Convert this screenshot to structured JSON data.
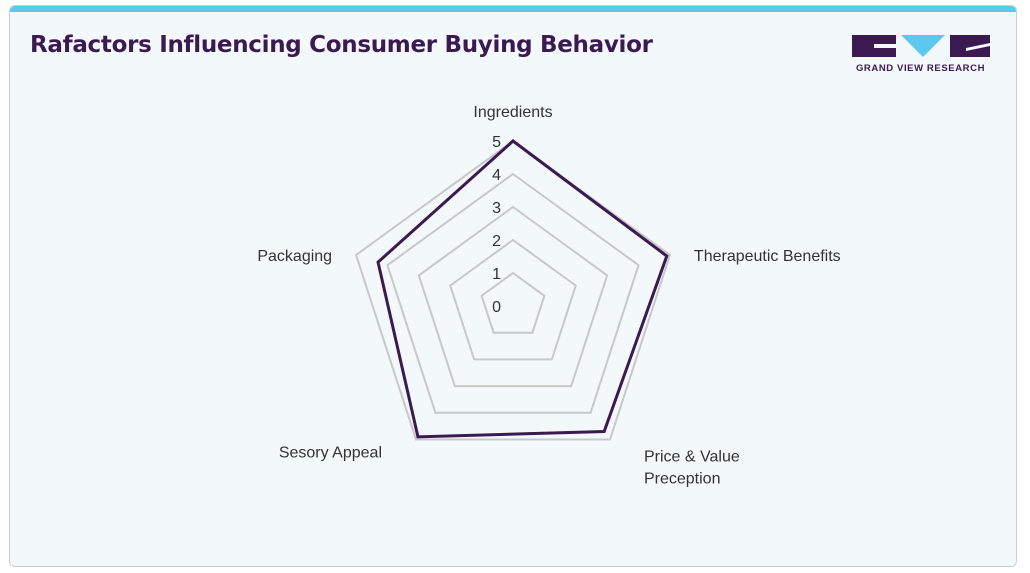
{
  "header": {
    "title": "Rafactors Influencing Consumer Buying Behavior"
  },
  "brand": {
    "name": "GRAND VIEW RESEARCH",
    "logo_color": "#3b1a52",
    "accent_color": "#5dc8ee"
  },
  "chart_data": {
    "type": "radar",
    "title": "Rafactors Influencing Consumer Buying Behavior",
    "axes": [
      [
        "Ingredients"
      ],
      [
        "Therapeutic Benefits"
      ],
      [
        "Price & Value",
        "Preception"
      ],
      [
        "Sesory Appeal"
      ],
      [
        "Packaging"
      ]
    ],
    "ticks": [
      "0",
      "1",
      "2",
      "3",
      "4",
      "5"
    ],
    "rlim": [
      0,
      5
    ],
    "series": [
      {
        "values": [
          5,
          4.9,
          4.7,
          4.9,
          4.3
        ],
        "color": "#3b1a52"
      }
    ],
    "grid": true,
    "grid_color": "#c8c8c8",
    "legend": "none"
  }
}
